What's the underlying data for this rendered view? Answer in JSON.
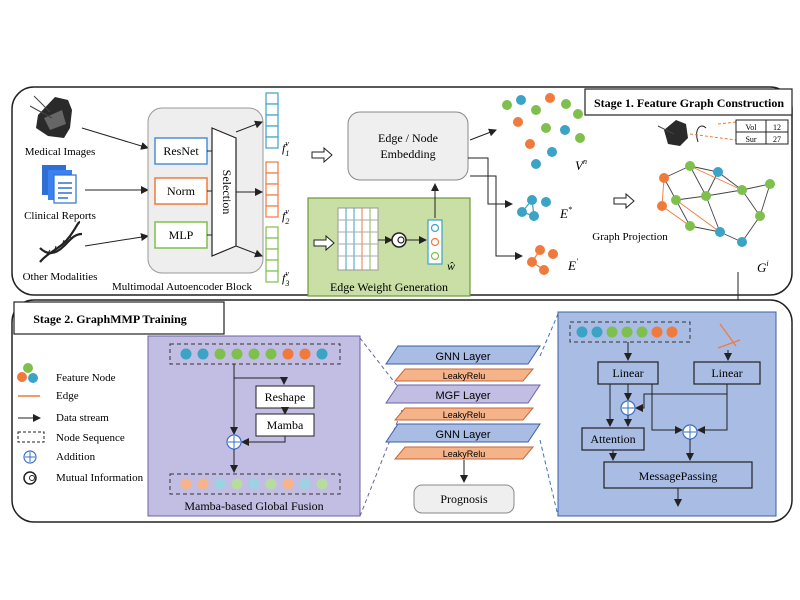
{
  "stage1": {
    "title": "Stage 1. Feature Graph Construction",
    "modalities": [
      "Medical Images",
      "Clinical Reports",
      "Other Modalities"
    ],
    "encoders": [
      "ResNet",
      "Norm",
      "MLP"
    ],
    "selection_label": "Selection",
    "autoencoder_label": "Multimodal Autoencoder Block",
    "feature_labels": {
      "base": "f",
      "sup": "v",
      "subs": [
        "1",
        "2",
        "3"
      ]
    },
    "embedding_label": [
      "Edge / Node",
      "Embedding"
    ],
    "edge_weight_label": "Edge Weight Generation",
    "w_hat": "ŵ",
    "vn_label": {
      "base": "V",
      "sup": "n"
    },
    "estar_label": {
      "base": "E",
      "sup": "*"
    },
    "eprime_label": {
      "base": "E",
      "sup": "'"
    },
    "graph_projection": "Graph Projection",
    "gi_label": {
      "base": "G",
      "sup": "i"
    },
    "table": [
      [
        "Vol",
        "12"
      ],
      [
        "Sur",
        "27"
      ]
    ]
  },
  "stage2": {
    "title": "Stage 2. GraphMMP Training",
    "legend": [
      "Feature Node",
      "Edge",
      "Data stream",
      "Node Sequence",
      "Addition",
      "Mutual Information"
    ],
    "mamba_panel": {
      "reshape": "Reshape",
      "mamba": "Mamba",
      "caption": "Mamba-based Global Fusion"
    },
    "layers": [
      {
        "name": "GNN Layer",
        "act": "LeakyRelu"
      },
      {
        "name": "MGF Layer",
        "act": "LeakyRelu"
      },
      {
        "name": "GNN Layer",
        "act": "LeakyRelu"
      }
    ],
    "prognosis": "Prognosis",
    "gnn_panel": {
      "linear_left": "Linear",
      "linear_right": "Linear",
      "attention": "Attention",
      "message_passing": "MessagePassing"
    }
  },
  "colors": {
    "green": "#7fbf4d",
    "teal": "#3ba3c5",
    "orange": "#f07a3c",
    "blue_panel": "#a8bce4",
    "purple_panel": "#c2bde2",
    "edge_gen": "#c9dfa5"
  }
}
